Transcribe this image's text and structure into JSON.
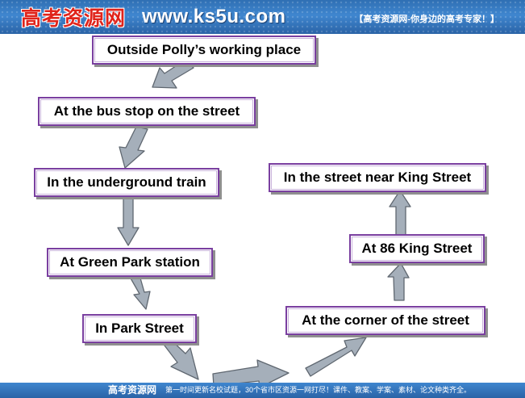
{
  "header": {
    "logo_text": "高考资源网",
    "site_url": "www.ks5u.com",
    "slogan": "【高考资源网-你身边的高考专家！】"
  },
  "diagram": {
    "nodes": [
      {
        "id": "n1",
        "label": "Outside Polly’s working place"
      },
      {
        "id": "n2",
        "label": "At the bus stop on the street"
      },
      {
        "id": "n3",
        "label": "In the underground train"
      },
      {
        "id": "n4",
        "label": "At Green Park station"
      },
      {
        "id": "n5",
        "label": "In Park Street"
      },
      {
        "id": "n6",
        "label": "At the corner of the street"
      },
      {
        "id": "n7",
        "label": "At 86 King Street"
      },
      {
        "id": "n8",
        "label": "In the street near King Street"
      }
    ],
    "arrow_color": "#a5afba",
    "box_border_color": "#7a3fa0"
  },
  "footer": {
    "logo_text": "高考资源网",
    "text": "第一时间更新名校试题，30个省市区资源一网打尽！课件、教案、学案、素材、论文种类齐全。"
  }
}
